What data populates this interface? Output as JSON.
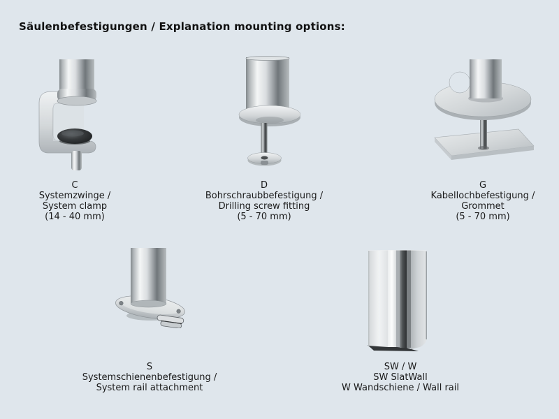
{
  "page": {
    "title": "Säulenbefestigungen / Explanation mounting options:",
    "background_color": "#dfe6ec",
    "text_color": "#1a1a1a"
  },
  "items": [
    {
      "code": "C",
      "image": "system-clamp",
      "lines": [
        "C",
        "Systemzwinge /",
        "System clamp",
        "(14 - 40 mm)"
      ]
    },
    {
      "code": "D",
      "image": "drilling-screw-fitting",
      "lines": [
        "D",
        "Bohrschraubbefestigung /",
        "Drilling screw fitting",
        "(5 - 70 mm)"
      ]
    },
    {
      "code": "G",
      "image": "grommet-fixing",
      "lines": [
        "G",
        "Kabellochbefestigung /",
        "Grommet",
        "(5 - 70 mm)"
      ]
    },
    {
      "code": "S",
      "image": "system-rail-attachment",
      "lines": [
        "S",
        "Systemschienenbefestigung /",
        "System rail attachment"
      ]
    },
    {
      "code": "SW/W",
      "image": "slatwall-wall-rail",
      "lines": [
        "SW / W",
        "SW SlatWall",
        "W Wandschiene / Wall rail"
      ]
    }
  ],
  "colors": {
    "metal_light": "#f4f6f6",
    "metal_mid": "#a6abaf",
    "metal_dark": "#70767a",
    "knob_dark": "#191b1c"
  }
}
